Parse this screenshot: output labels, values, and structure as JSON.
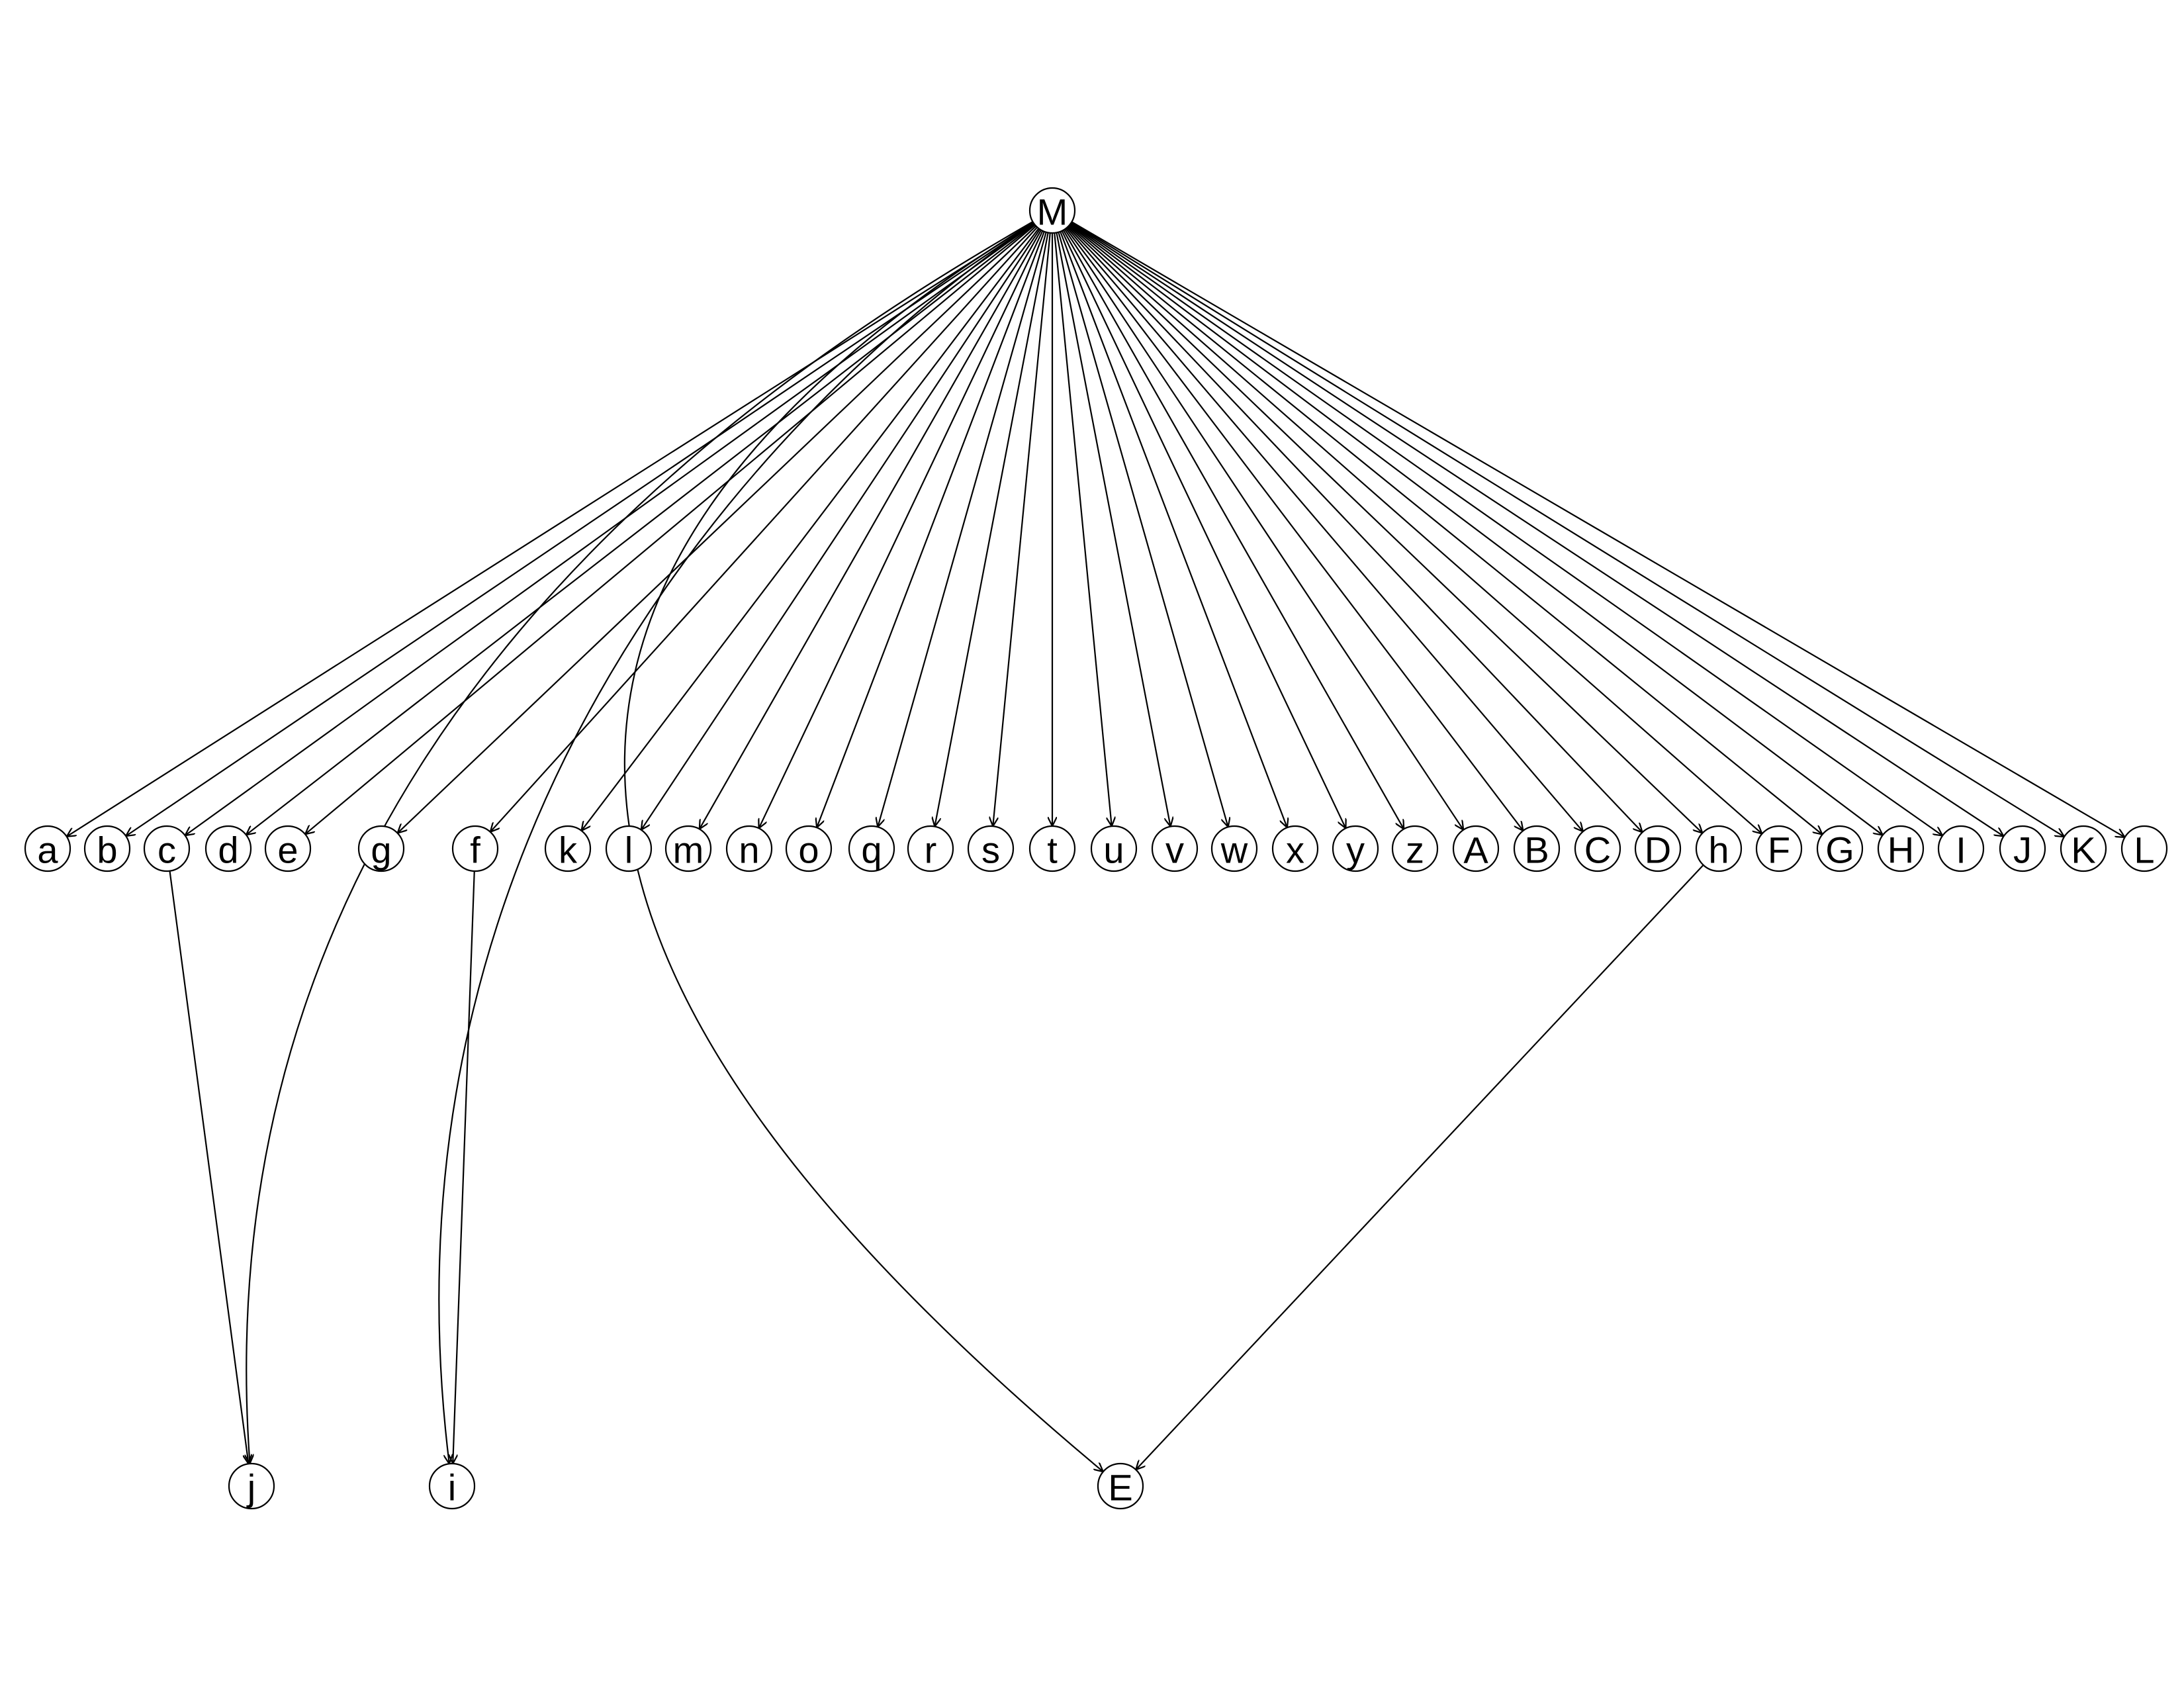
{
  "diagram": {
    "type": "directed-graph",
    "root": "M",
    "nodes": [
      {
        "id": "M",
        "label": "M"
      },
      {
        "id": "a",
        "label": "a"
      },
      {
        "id": "b",
        "label": "b"
      },
      {
        "id": "c",
        "label": "c"
      },
      {
        "id": "d",
        "label": "d"
      },
      {
        "id": "e",
        "label": "e"
      },
      {
        "id": "g",
        "label": "g"
      },
      {
        "id": "f",
        "label": "f"
      },
      {
        "id": "k",
        "label": "k"
      },
      {
        "id": "l",
        "label": "l"
      },
      {
        "id": "m",
        "label": "m"
      },
      {
        "id": "n",
        "label": "n"
      },
      {
        "id": "o",
        "label": "o"
      },
      {
        "id": "q",
        "label": "q"
      },
      {
        "id": "r",
        "label": "r"
      },
      {
        "id": "s",
        "label": "s"
      },
      {
        "id": "t",
        "label": "t"
      },
      {
        "id": "u",
        "label": "u"
      },
      {
        "id": "v",
        "label": "v"
      },
      {
        "id": "w",
        "label": "w"
      },
      {
        "id": "x",
        "label": "x"
      },
      {
        "id": "y",
        "label": "y"
      },
      {
        "id": "z",
        "label": "z"
      },
      {
        "id": "A",
        "label": "A"
      },
      {
        "id": "B",
        "label": "B"
      },
      {
        "id": "C",
        "label": "C"
      },
      {
        "id": "D",
        "label": "D"
      },
      {
        "id": "h",
        "label": "h"
      },
      {
        "id": "F",
        "label": "F"
      },
      {
        "id": "G",
        "label": "G"
      },
      {
        "id": "H",
        "label": "H"
      },
      {
        "id": "I",
        "label": "I"
      },
      {
        "id": "J",
        "label": "J"
      },
      {
        "id": "K",
        "label": "K"
      },
      {
        "id": "L",
        "label": "L"
      },
      {
        "id": "j",
        "label": "j"
      },
      {
        "id": "i",
        "label": "i"
      },
      {
        "id": "E",
        "label": "E"
      }
    ],
    "edges": [
      {
        "from": "M",
        "to": "a"
      },
      {
        "from": "M",
        "to": "b"
      },
      {
        "from": "M",
        "to": "c"
      },
      {
        "from": "M",
        "to": "d"
      },
      {
        "from": "M",
        "to": "e"
      },
      {
        "from": "M",
        "to": "g"
      },
      {
        "from": "M",
        "to": "f"
      },
      {
        "from": "M",
        "to": "k"
      },
      {
        "from": "M",
        "to": "l"
      },
      {
        "from": "M",
        "to": "m"
      },
      {
        "from": "M",
        "to": "n"
      },
      {
        "from": "M",
        "to": "o"
      },
      {
        "from": "M",
        "to": "q"
      },
      {
        "from": "M",
        "to": "r"
      },
      {
        "from": "M",
        "to": "s"
      },
      {
        "from": "M",
        "to": "t"
      },
      {
        "from": "M",
        "to": "u"
      },
      {
        "from": "M",
        "to": "v"
      },
      {
        "from": "M",
        "to": "w"
      },
      {
        "from": "M",
        "to": "x"
      },
      {
        "from": "M",
        "to": "y"
      },
      {
        "from": "M",
        "to": "z"
      },
      {
        "from": "M",
        "to": "A"
      },
      {
        "from": "M",
        "to": "B"
      },
      {
        "from": "M",
        "to": "C"
      },
      {
        "from": "M",
        "to": "D"
      },
      {
        "from": "M",
        "to": "h"
      },
      {
        "from": "M",
        "to": "F"
      },
      {
        "from": "M",
        "to": "G"
      },
      {
        "from": "M",
        "to": "H"
      },
      {
        "from": "M",
        "to": "I"
      },
      {
        "from": "M",
        "to": "J"
      },
      {
        "from": "M",
        "to": "K"
      },
      {
        "from": "M",
        "to": "L"
      },
      {
        "from": "M",
        "to": "j"
      },
      {
        "from": "M",
        "to": "i"
      },
      {
        "from": "M",
        "to": "E"
      },
      {
        "from": "c",
        "to": "j"
      },
      {
        "from": "f",
        "to": "i"
      },
      {
        "from": "h",
        "to": "E"
      }
    ]
  }
}
